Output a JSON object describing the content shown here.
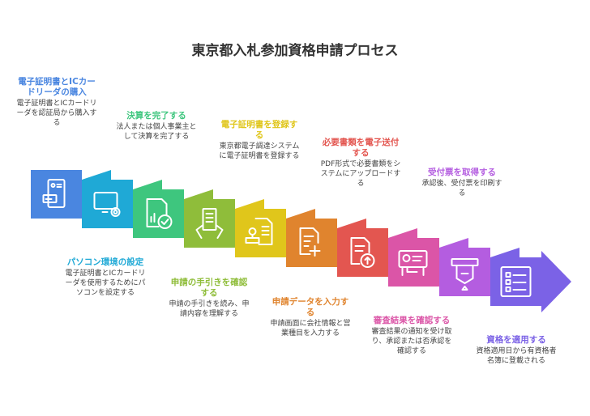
{
  "title": "東京都入札参加資格申請プロセス",
  "steps": [
    {
      "title": "電子証明書とICカードリーダの購入",
      "desc": "電子証明書とICカードリーダを認証局から購入する",
      "color": "#4a86e0",
      "icon": "id-card-icon"
    },
    {
      "title": "パソコン環境の設定",
      "desc": "電子証明書とICカードリーダを使用するためにパソコンを設定する",
      "color": "#1fa9d6",
      "icon": "computer-gear-icon"
    },
    {
      "title": "決算を完了する",
      "desc": "法人または個人事業主として決算を完了する",
      "color": "#3ec67e",
      "icon": "report-check-icon"
    },
    {
      "title": "申請の手引きを確認する",
      "desc": "申請の手引きを読み、申請内容を理解する",
      "color": "#8fbd3a",
      "icon": "hands-document-icon"
    },
    {
      "title": "電子証明書を登録する",
      "desc": "東京都電子調達システムに電子証明書を登録する",
      "color": "#e0c61b",
      "icon": "stamp-document-icon"
    },
    {
      "title": "申請データを入力する",
      "desc": "申請画面に会社情報と営業種目を入力する",
      "color": "#e0842e",
      "icon": "document-add-icon"
    },
    {
      "title": "必要書類を電子送付する",
      "desc": "PDF形式で必要書類をシステムにアップロードする",
      "color": "#e35650",
      "icon": "document-upload-icon"
    },
    {
      "title": "審査結果を確認する",
      "desc": "審査結果の通知を受け取り、承認または否承認を確認する",
      "color": "#db55a7",
      "icon": "review-board-icon"
    },
    {
      "title": "受付票を取得する",
      "desc": "承認後、受付票を印刷する",
      "color": "#b45de0",
      "icon": "receipt-print-icon"
    },
    {
      "title": "資格を適用する",
      "desc": "資格適用日から有資格者名簿に登載される",
      "color": "#7b62e6",
      "icon": "checklist-icon"
    }
  ]
}
